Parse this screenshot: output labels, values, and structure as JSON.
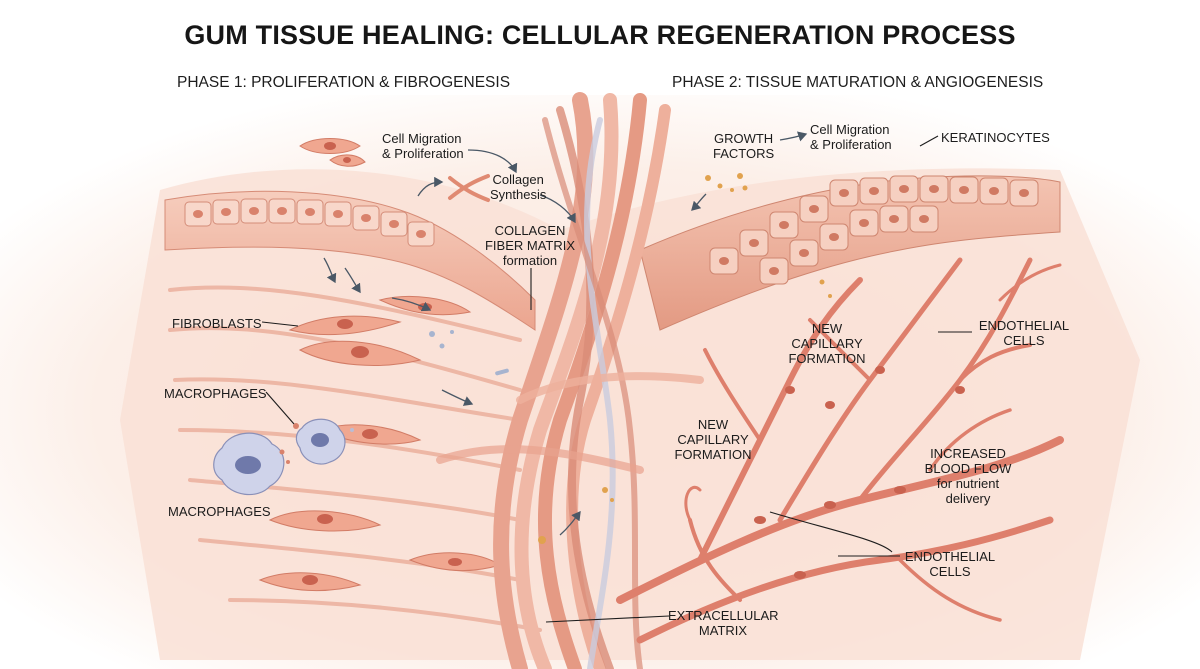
{
  "title": "GUM TISSUE HEALING: CELLULAR REGENERATION PROCESS",
  "phases": {
    "phase1": "PHASE 1: PROLIFERATION & FIBROGENESIS",
    "phase2": "PHASE 2: TISSUE MATURATION & ANGIOGENESIS"
  },
  "labels": {
    "cell_migration_1": [
      "Cell Migration",
      "& Proliferation"
    ],
    "collagen_synthesis": [
      "Collagen",
      "Synthesis"
    ],
    "collagen_fiber_matrix": [
      "COLLAGEN",
      "FIBER MATRIX",
      "formation"
    ],
    "fibroblasts": "FIBROBLASTS",
    "macrophages_1": "MACROPHAGES",
    "macrophages_2": "MACROPHAGES",
    "growth_factors": [
      "GROWTH",
      "FACTORS"
    ],
    "cell_migration_2": [
      "Cell Migration",
      "& Proliferation"
    ],
    "keratinocytes": "KERATINOCYTES",
    "new_capillary_1": [
      "NEW",
      "CAPILLARY",
      "FORMATION"
    ],
    "endothelial_1": [
      "ENDOTHELIAL",
      "CELLS"
    ],
    "new_capillary_2": [
      "NEW",
      "CAPILLARY",
      "FORMATION"
    ],
    "increased_blood_flow": [
      "INCREASED",
      "BLOOD FLOW",
      "for nutrient",
      "delivery"
    ],
    "endothelial_2": [
      "ENDOTHELIAL",
      "CELLS"
    ],
    "extracellular_matrix": [
      "EXTRACELLULAR",
      "MATRIX"
    ]
  },
  "colors": {
    "tissue_light": "#f7d9cc",
    "tissue_mid": "#efb4a0",
    "tissue_dark": "#d9826c",
    "fiber": "#e79a86",
    "vessel": "#de7f6c",
    "cell_nucleus": "#c9624f",
    "macrophage": "#c7cbe6",
    "arrow": "#4a5866"
  }
}
